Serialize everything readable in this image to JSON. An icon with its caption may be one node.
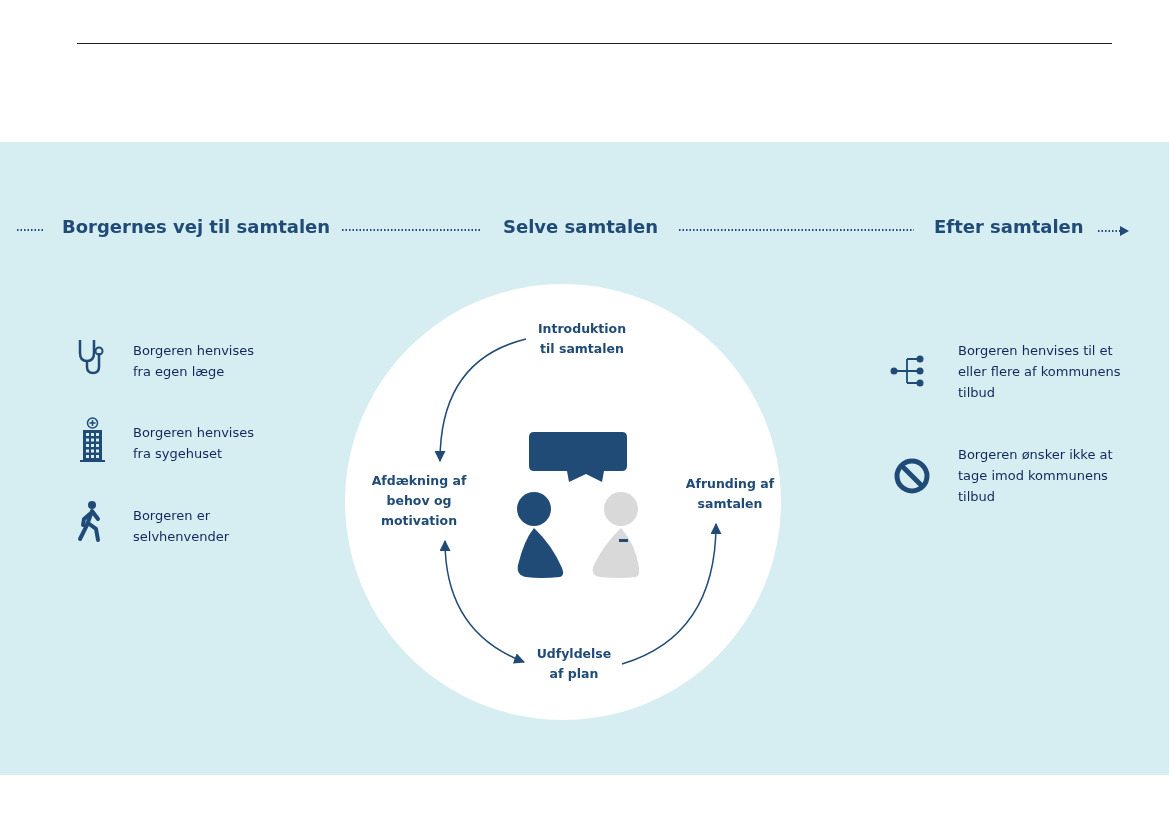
{
  "diagram": {
    "nodes": [
      {
        "text": [
          "Introduktion til samtalen"
        ]
      },
      {
        "text": [
          "Afdækning af behov og motivation"
        ]
      },
      {
        "text": [
          "Udfyldelse af plan"
        ]
      },
      {
        "text": [
          "Afrunding af samtalen"
        ]
      }
    ],
    "edges": [
      {
        "from": 0,
        "to": 1,
        "arrow": "to"
      },
      {
        "from": 1,
        "to": 2,
        "arrow": "both"
      },
      {
        "from": 2,
        "to": 3,
        "arrow": "to"
      }
    ],
    "labels": [
      "Borgernes vej til samtalen",
      "Selve samtalen",
      "Efter samtalen",
      "Borgeren henvises fra egen læge",
      "Borgeren henvises fra sygehuset",
      "Borgeren er selvhenvender",
      "Borgeren henvises til et eller flere af kommunens tilbud",
      "Borgeren ønsker ikke at tage imod kommunens tilbud"
    ]
  }
}
